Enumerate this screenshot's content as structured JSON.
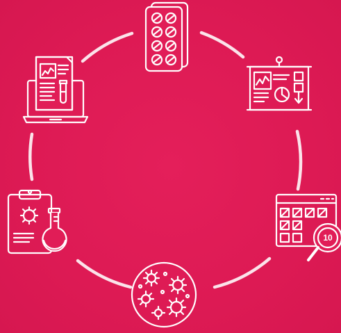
{
  "diagram": {
    "type": "cycle",
    "background_color": "#e11d57",
    "arc_color": "#fbe3ea",
    "icon_color": "#ffffff",
    "nodes": [
      {
        "id": "pills",
        "icon": "pill-blister-pack-icon"
      },
      {
        "id": "presentation",
        "icon": "presentation-board-icon"
      },
      {
        "id": "calendar",
        "icon": "calendar-magnifier-icon",
        "badge": "10"
      },
      {
        "id": "microbes",
        "icon": "petri-dish-microbes-icon"
      },
      {
        "id": "lab-report",
        "icon": "clipboard-flask-icon"
      },
      {
        "id": "laptop-report",
        "icon": "laptop-report-icon"
      }
    ]
  }
}
